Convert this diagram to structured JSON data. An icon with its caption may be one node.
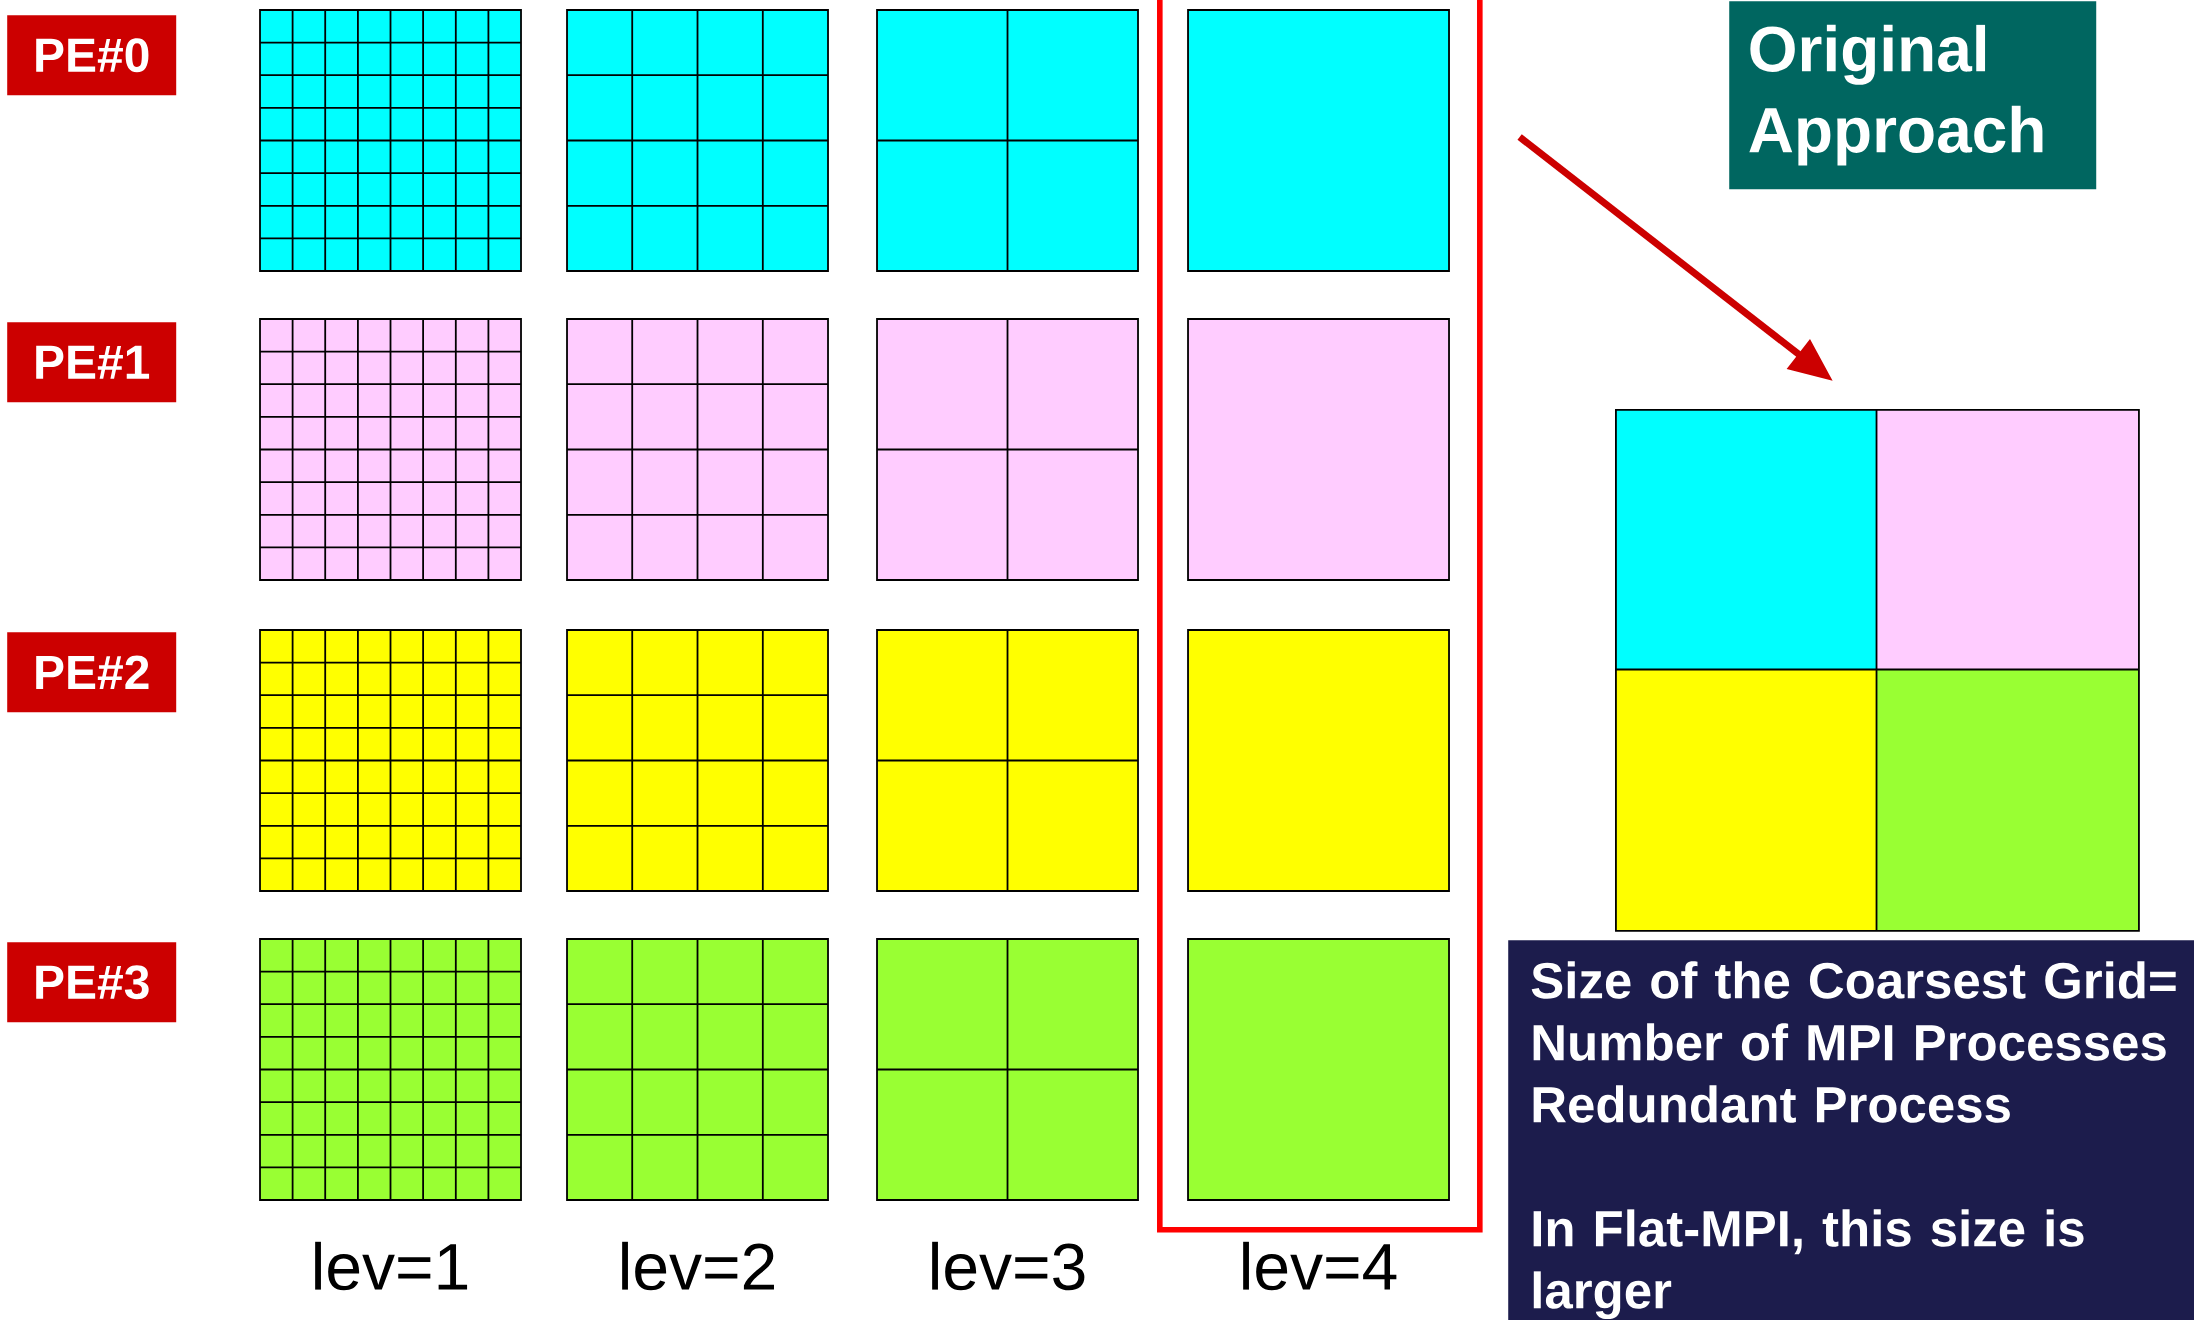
{
  "diagram": {
    "nodes": [
      {
        "text": [
          "PE#0"
        ]
      },
      {
        "text": [
          "PE#1"
        ]
      },
      {
        "text": [
          "PE#2"
        ]
      },
      {
        "text": [
          "PE#3"
        ]
      },
      {
        "text": [],
        "shape": "box"
      },
      {
        "text": [
          "Original Approach"
        ]
      },
      {
        "text": [],
        "shape": "box"
      },
      {
        "text": [
          "Size of the Coarsest Grid= Number of MPI Processes Redundant Process",
          "In Flat-MPI, this size is larger"
        ]
      }
    ],
    "edges": [
      {
        "from": 4,
        "to": 6,
        "arrow": "to"
      }
    ],
    "labels": [
      "lev=1",
      "lev=2",
      "lev=3",
      "lev=4"
    ]
  }
}
